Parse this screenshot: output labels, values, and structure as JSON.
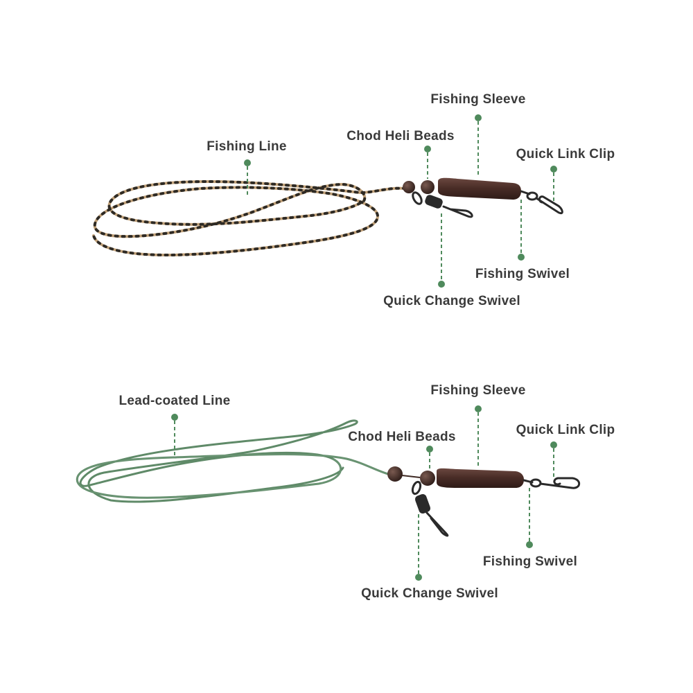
{
  "colors": {
    "leader": "#4f8a5c",
    "label_text": "#3a3a3a",
    "camo_line_light": "#c2a27a",
    "camo_line_dark": "#2e2a24",
    "lead_core_line": "#5f8a68",
    "sleeve": "#4a2d27",
    "bead": "#3f2a24",
    "metal": "#2a2a2a"
  },
  "rig_1": {
    "labels": {
      "fishing_line": "Fishing Line",
      "chod_heli_beads": "Chod Heli Beads",
      "fishing_sleeve": "Fishing Sleeve",
      "quick_link_clip": "Quick Link Clip",
      "fishing_swivel": "Fishing Swivel",
      "quick_change_swivel": "Quick Change Swivel"
    }
  },
  "rig_2": {
    "labels": {
      "lead_coated_line": "Lead-coated Line",
      "chod_heli_beads": "Chod Heli Beads",
      "fishing_sleeve": "Fishing Sleeve",
      "quick_link_clip": "Quick Link Clip",
      "fishing_swivel": "Fishing Swivel",
      "quick_change_swivel": "Quick Change Swivel"
    }
  }
}
